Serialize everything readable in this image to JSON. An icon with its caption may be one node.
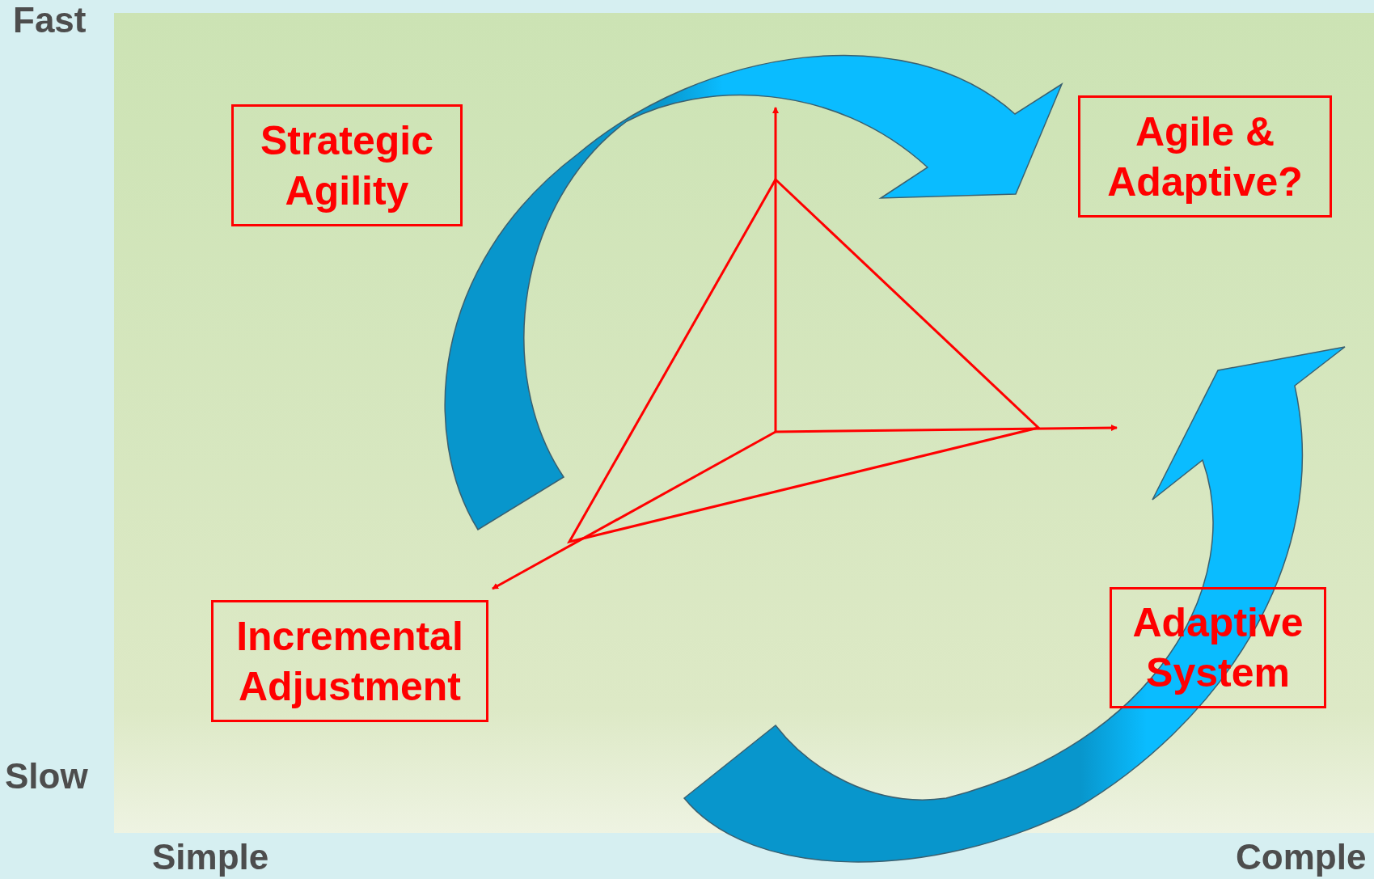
{
  "diagram": {
    "nodes": [
      {
        "text": [
          "Strategic Agility"
        ]
      },
      {
        "text": [
          "Agile & Adaptive?"
        ]
      },
      {
        "text": [
          "Incremental Adjustment"
        ]
      },
      {
        "text": [
          "Adaptive System"
        ]
      }
    ],
    "labels": [
      "Fast",
      "Slow",
      "Simple",
      "Comple"
    ]
  }
}
